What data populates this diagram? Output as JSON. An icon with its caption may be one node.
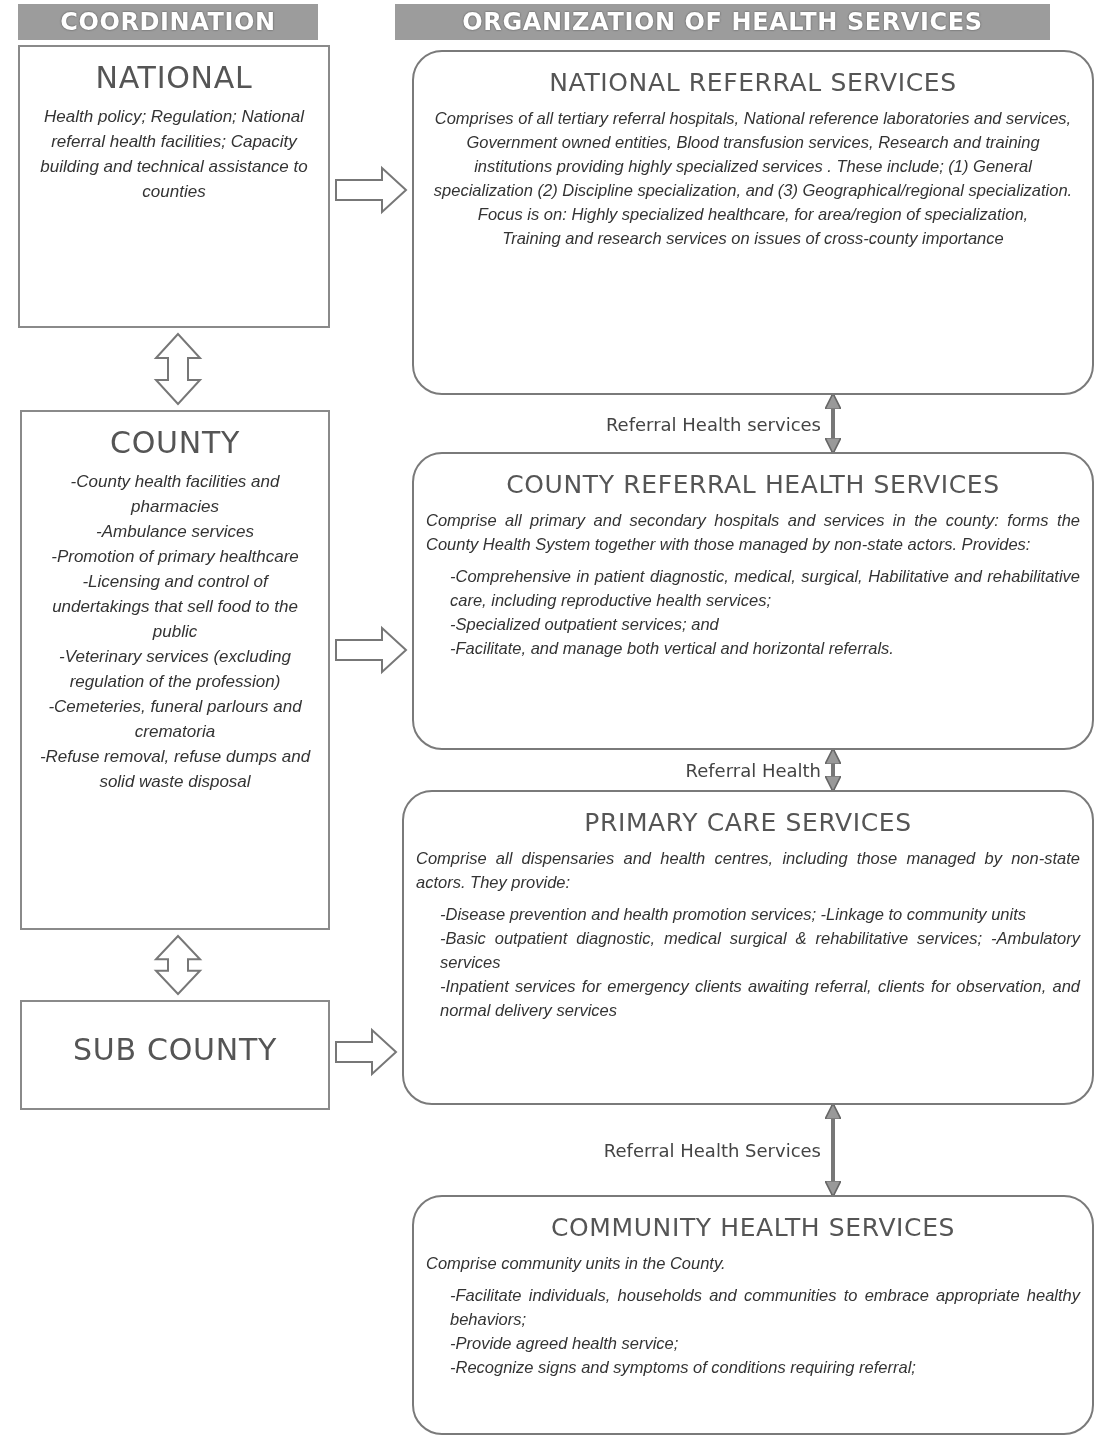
{
  "diagram": {
    "nodes": [
      {
        "text": [
          "COORDINATION"
        ]
      },
      {
        "text": [
          "ORGANIZATION OF HEALTH SERVICES"
        ]
      },
      {
        "text": [
          "NATIONAL",
          "Health policy; Regulation; National referral health facilities; Capacity building and technical assistance to counties"
        ]
      },
      {
        "text": [
          "COUNTY",
          "-County health facilities and pharmacies",
          "-Ambulance services",
          "-Promotion of primary healthcare",
          "-Licensing and control of undertakings that sell food to the public",
          "-Veterinary services (excluding regulation of the profession)",
          "-Cemeteries, funeral parlours and crematoria",
          "-Refuse removal, refuse dumps and solid waste disposal"
        ]
      },
      {
        "text": [
          "SUB COUNTY"
        ]
      },
      {
        "text": [
          "NATIONAL REFERRAL SERVICES",
          "Comprises of all tertiary referral hospitals, National reference laboratories and services, Government owned entities, Blood transfusion services, Research and training institutions providing highly specialized services . These include; (1) General specialization (2) Discipline specialization, and (3) Geographical/regional specialization. Focus is on: Highly specialized healthcare, for area/region of specialization,",
          "Training and research services on issues of cross-county importance"
        ]
      },
      {
        "text": [
          "COUNTY REFERRAL HEALTH SERVICES",
          "Comprise all primary and secondary hospitals and services in the county: forms the County Health System together with those managed by non-state actors. Provides:",
          "-Comprehensive in patient diagnostic, medical, surgical, Habilitative and rehabilitative care, including reproductive health services;",
          "-Specialized outpatient services; and",
          "-Facilitate, and manage both vertical and horizontal referrals."
        ]
      },
      {
        "text": [
          "PRIMARY CARE SERVICES",
          "Comprise all dispensaries and health centres, including those managed by non-state actors. They provide:",
          "-Disease prevention and health promotion services; -Linkage to community units",
          "-Basic outpatient diagnostic, medical surgical & rehabilitative services; -Ambulatory services",
          "-Inpatient services for emergency clients awaiting referral, clients for observation, and normal delivery services"
        ]
      },
      {
        "text": [
          "COMMUNITY HEALTH SERVICES",
          "Comprise community units in the County.",
          "-Facilitate individuals, households and communities to embrace appropriate healthy behaviors;",
          "-Provide agreed health service;",
          "-Recognize signs and symptoms of conditions requiring referral;"
        ]
      }
    ],
    "edges": [
      {
        "from": 2,
        "to": 5,
        "arrow": "to",
        "style": "thick"
      },
      {
        "from": 2,
        "to": 3,
        "arrow": "both",
        "style": "thick"
      },
      {
        "from": 3,
        "to": 4,
        "arrow": "both",
        "style": "thick"
      },
      {
        "from": 3,
        "to": 6,
        "arrow": "to",
        "style": "thick"
      },
      {
        "from": 4,
        "to": 7,
        "arrow": "to",
        "style": "thick"
      },
      {
        "from": 5,
        "to": 6,
        "arrow": "both",
        "label": "Referral Health services"
      },
      {
        "from": 6,
        "to": 7,
        "arrow": "both",
        "label": "Referral Health"
      },
      {
        "from": 7,
        "to": 8,
        "arrow": "both",
        "label": "Referral Health Services"
      }
    ]
  }
}
